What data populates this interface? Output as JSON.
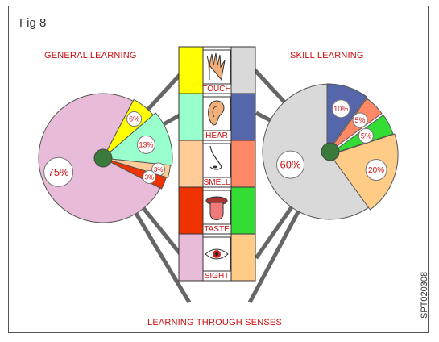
{
  "figure": {
    "label": "Fig 8",
    "left_title": "GENERAL LEARNING",
    "right_title": "SKILL LEARNING",
    "bottom_title": "LEARNING THROUGH SENSES",
    "code": "SPT020308"
  },
  "senses": [
    {
      "label": "TOUCH",
      "icon": "hand-icon",
      "color_left": "#ffff00",
      "color_right": "#d9d9d9"
    },
    {
      "label": "HEAR",
      "icon": "ear-icon",
      "color_left": "#99ffcc",
      "color_right": "#5566aa"
    },
    {
      "label": "SMELL",
      "icon": "nose-icon",
      "color_left": "#ffcc99",
      "color_right": "#ff8866"
    },
    {
      "label": "TASTE",
      "icon": "tongue-icon",
      "color_left": "#ee3300",
      "color_right": "#33dd33"
    },
    {
      "label": "SIGHT",
      "icon": "eye-icon",
      "color_left": "#e8bbd8",
      "color_right": "#ffcc88"
    }
  ],
  "chart_data": [
    {
      "type": "pie",
      "title": "GENERAL LEARNING",
      "categories": [
        "SIGHT",
        "TOUCH",
        "HEAR",
        "SMELL",
        "TASTE"
      ],
      "values": [
        75,
        6,
        13,
        3,
        3
      ],
      "labels": [
        "75%",
        "6%",
        "13%",
        "3%",
        "3%"
      ],
      "colors": [
        "#e8bbd8",
        "#ffff00",
        "#99ffcc",
        "#ffcc99",
        "#ee3300"
      ]
    },
    {
      "type": "pie",
      "title": "SKILL LEARNING",
      "categories": [
        "TOUCH",
        "HEAR",
        "SMELL",
        "TASTE",
        "SIGHT"
      ],
      "values": [
        60,
        10,
        5,
        5,
        20
      ],
      "labels": [
        "60%",
        "10%",
        "5%",
        "5%",
        "20%"
      ],
      "colors": [
        "#d9d9d9",
        "#5566aa",
        "#ff8866",
        "#33dd33",
        "#ffcc88"
      ]
    }
  ]
}
